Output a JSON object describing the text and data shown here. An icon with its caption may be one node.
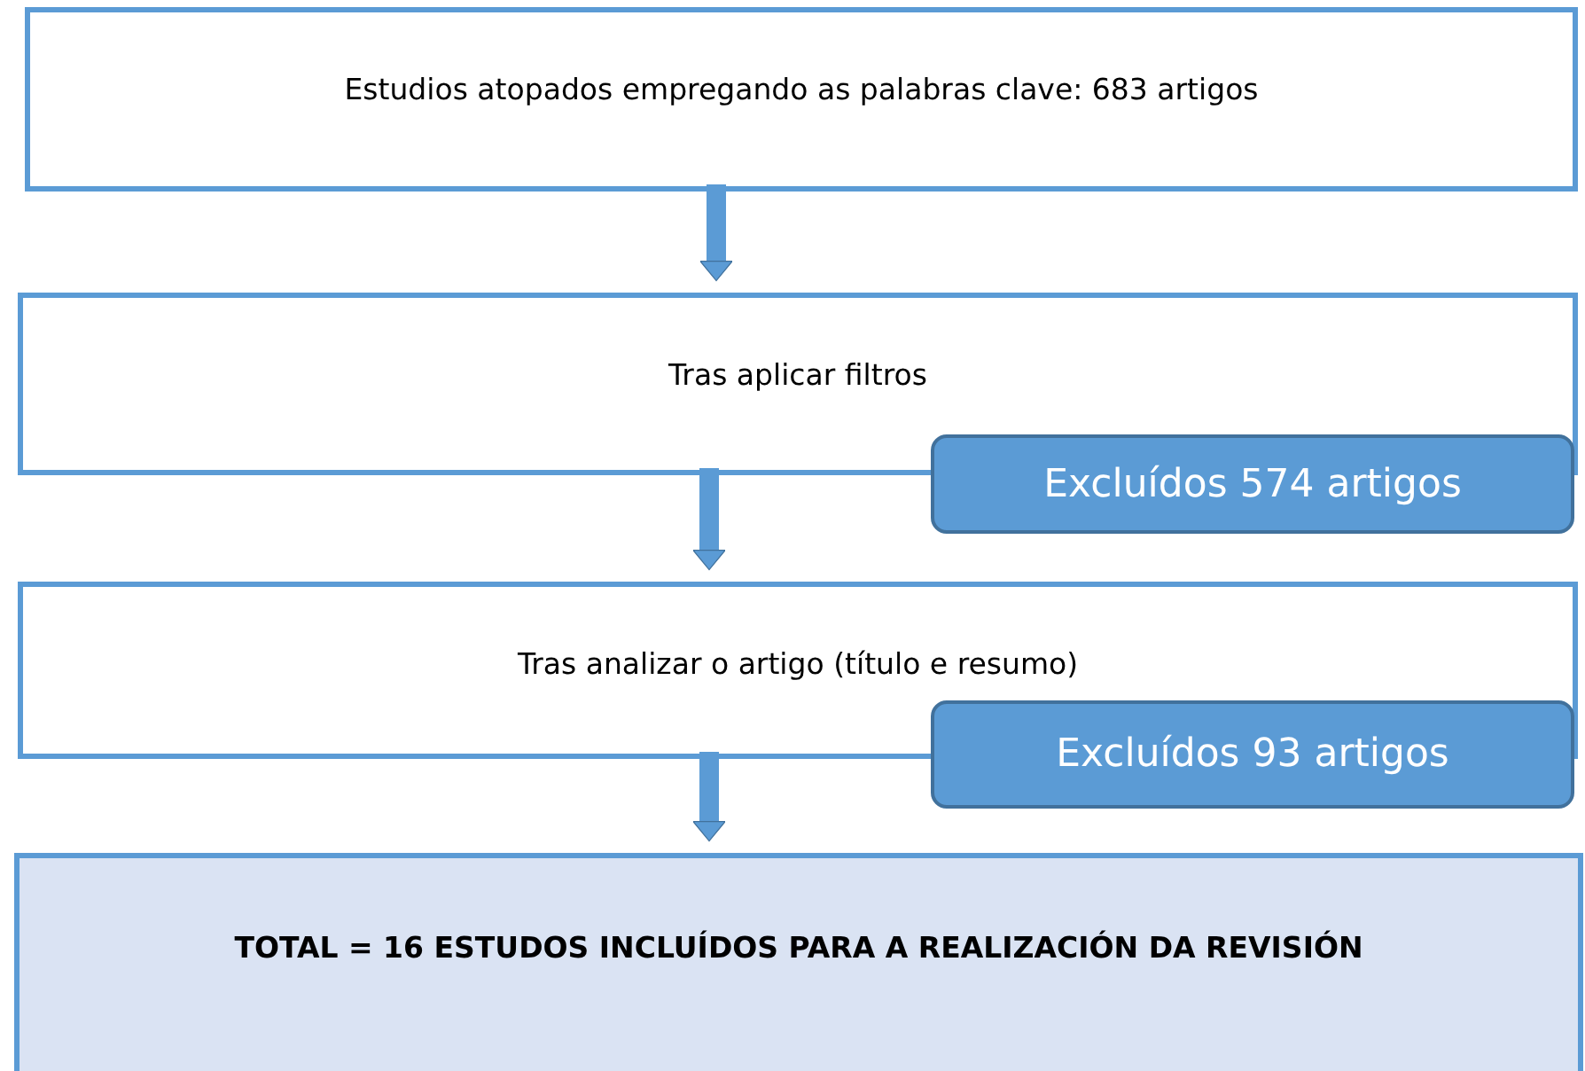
{
  "diagram": {
    "nodes": [
      {
        "text": [
          "Estudios atopados empregando as palabras clave: 683 artigos"
        ]
      },
      {
        "text": [
          "Tras aplicar filtros"
        ]
      },
      {
        "text": [
          "Excluídos 574 artigos"
        ]
      },
      {
        "text": [
          "Tras analizar o artigo (título e resumo)"
        ]
      },
      {
        "text": [
          "Excluídos 93 artigos"
        ]
      },
      {
        "text": [
          "TOTAL = 16 ESTUDOS INCLUÍDOS PARA A REALIZACIÓN DA REVISIÓN"
        ]
      }
    ],
    "edges": [
      {
        "from": 0,
        "to": 1,
        "arrow": "to"
      },
      {
        "from": 1,
        "to": 3,
        "arrow": "to"
      },
      {
        "from": 3,
        "to": 5,
        "arrow": "to"
      }
    ]
  }
}
